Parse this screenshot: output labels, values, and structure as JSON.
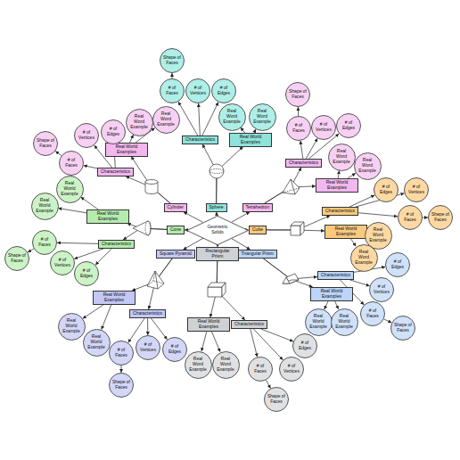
{
  "diagram": {
    "nodes": [
      {
        "text": [
          "Geometric Solids"
        ]
      },
      {
        "text": [
          "Cylinder"
        ]
      },
      {
        "text": [
          "Characteristics"
        ]
      },
      {
        "text": [
          "Real World Examples"
        ]
      },
      {
        "text": [
          "# of Faces"
        ]
      },
      {
        "text": [
          "# of Vertices"
        ]
      },
      {
        "text": [
          "# of Edges"
        ]
      },
      {
        "text": [
          "Shape of Faces"
        ]
      },
      {
        "text": [
          "Real Word Example"
        ]
      },
      {
        "text": [
          "Real Word Example"
        ]
      },
      {
        "text": [
          "Sphere"
        ]
      },
      {
        "text": [
          "Characteristics"
        ]
      },
      {
        "text": [
          "Real World Examples"
        ]
      },
      {
        "text": [
          "# of Faces"
        ]
      },
      {
        "text": [
          "# of Vertices"
        ]
      },
      {
        "text": [
          "# of Edges"
        ]
      },
      {
        "text": [
          "Shape of Faces"
        ]
      },
      {
        "text": [
          "Real Word Example"
        ]
      },
      {
        "text": [
          "Real Word Example"
        ]
      },
      {
        "text": [
          "Tetrahedron"
        ]
      },
      {
        "text": [
          "Characteristics"
        ]
      },
      {
        "text": [
          "Real World Examples"
        ]
      },
      {
        "text": [
          "# of Faces"
        ]
      },
      {
        "text": [
          "# of Vertices"
        ]
      },
      {
        "text": [
          "# of Edges"
        ]
      },
      {
        "text": [
          "Shape of Faces"
        ]
      },
      {
        "text": [
          "Real Word Example"
        ]
      },
      {
        "text": [
          "Real Word Example"
        ]
      },
      {
        "text": [
          "Cone"
        ]
      },
      {
        "text": [
          "Characteristics"
        ]
      },
      {
        "text": [
          "Real World Examples"
        ]
      },
      {
        "text": [
          "# of Faces"
        ]
      },
      {
        "text": [
          "# of Vertices"
        ]
      },
      {
        "text": [
          "# of Edges"
        ]
      },
      {
        "text": [
          "Shape of Faces"
        ]
      },
      {
        "text": [
          "Real World Example"
        ]
      },
      {
        "text": [
          "Real World Example"
        ]
      },
      {
        "text": [
          "Cube"
        ]
      },
      {
        "text": [
          "Characteristics"
        ]
      },
      {
        "text": [
          "Real World Examples"
        ]
      },
      {
        "text": [
          "# of Faces"
        ]
      },
      {
        "text": [
          "# of Vertices"
        ]
      },
      {
        "text": [
          "# of Edges"
        ]
      },
      {
        "text": [
          "Shape of Faces"
        ]
      },
      {
        "text": [
          "Real Word Example"
        ]
      },
      {
        "text": [
          "Real Word Example"
        ]
      },
      {
        "text": [
          "Square Pyramid"
        ]
      },
      {
        "text": [
          "Characteristics"
        ]
      },
      {
        "text": [
          "Real World Examples"
        ]
      },
      {
        "text": [
          "# of Faces"
        ]
      },
      {
        "text": [
          "# of Vertices"
        ]
      },
      {
        "text": [
          "# of Edges"
        ]
      },
      {
        "text": [
          "Shape of Faces"
        ]
      },
      {
        "text": [
          "Real World Example"
        ]
      },
      {
        "text": [
          "Real World Example"
        ]
      },
      {
        "text": [
          "Rectangular Prism"
        ]
      },
      {
        "text": [
          "Characteristics"
        ]
      },
      {
        "text": [
          "Real World Examples"
        ]
      },
      {
        "text": [
          "# of Faces"
        ]
      },
      {
        "text": [
          "# of Vertices"
        ]
      },
      {
        "text": [
          "# of Edges"
        ]
      },
      {
        "text": [
          "Shape of Faces"
        ]
      },
      {
        "text": [
          "Real Word Example"
        ]
      },
      {
        "text": [
          "Real Word Example"
        ]
      },
      {
        "text": [
          "Triangular Prism"
        ]
      },
      {
        "text": [
          "Characteristics"
        ]
      },
      {
        "text": [
          "Real World Examples"
        ]
      },
      {
        "text": [
          "# of Faces"
        ]
      },
      {
        "text": [
          "# of Vertices"
        ]
      },
      {
        "text": [
          "# of Edges"
        ]
      },
      {
        "text": [
          "Shape of Faces"
        ]
      },
      {
        "text": [
          "Real World Example"
        ]
      },
      {
        "text": [
          "Real World Example"
        ]
      }
    ],
    "edges": [
      {
        "from": 0,
        "to": 1,
        "arrow": "to"
      },
      {
        "from": 1,
        "to": 2,
        "arrow": "to"
      },
      {
        "from": 1,
        "to": 3,
        "arrow": "to"
      },
      {
        "from": 2,
        "to": 4,
        "arrow": "to"
      },
      {
        "from": 2,
        "to": 5,
        "arrow": "to"
      },
      {
        "from": 2,
        "to": 6,
        "arrow": "to"
      },
      {
        "from": 4,
        "to": 7,
        "arrow": "to"
      },
      {
        "from": 3,
        "to": 8,
        "arrow": "to"
      },
      {
        "from": 3,
        "to": 9,
        "arrow": "to"
      },
      {
        "from": 0,
        "to": 10,
        "arrow": "to"
      },
      {
        "from": 10,
        "to": 11,
        "arrow": "to"
      },
      {
        "from": 10,
        "to": 12,
        "arrow": "to"
      },
      {
        "from": 11,
        "to": 13,
        "arrow": "to"
      },
      {
        "from": 11,
        "to": 14,
        "arrow": "to"
      },
      {
        "from": 11,
        "to": 15,
        "arrow": "to"
      },
      {
        "from": 13,
        "to": 16,
        "arrow": "to"
      },
      {
        "from": 12,
        "to": 17,
        "arrow": "to"
      },
      {
        "from": 12,
        "to": 18,
        "arrow": "to"
      },
      {
        "from": 0,
        "to": 19,
        "arrow": "to"
      },
      {
        "from": 19,
        "to": 20,
        "arrow": "to"
      },
      {
        "from": 19,
        "to": 21,
        "arrow": "to"
      },
      {
        "from": 20,
        "to": 22,
        "arrow": "to"
      },
      {
        "from": 20,
        "to": 23,
        "arrow": "to"
      },
      {
        "from": 20,
        "to": 24,
        "arrow": "to"
      },
      {
        "from": 22,
        "to": 25,
        "arrow": "to"
      },
      {
        "from": 21,
        "to": 26,
        "arrow": "to"
      },
      {
        "from": 21,
        "to": 27,
        "arrow": "to"
      },
      {
        "from": 0,
        "to": 28,
        "arrow": "to"
      },
      {
        "from": 28,
        "to": 29,
        "arrow": "to"
      },
      {
        "from": 28,
        "to": 30,
        "arrow": "to"
      },
      {
        "from": 29,
        "to": 31,
        "arrow": "to"
      },
      {
        "from": 29,
        "to": 32,
        "arrow": "to"
      },
      {
        "from": 29,
        "to": 33,
        "arrow": "to"
      },
      {
        "from": 31,
        "to": 34,
        "arrow": "to"
      },
      {
        "from": 30,
        "to": 35,
        "arrow": "to"
      },
      {
        "from": 30,
        "to": 36,
        "arrow": "to"
      },
      {
        "from": 0,
        "to": 37,
        "arrow": "to"
      },
      {
        "from": 37,
        "to": 38,
        "arrow": "to"
      },
      {
        "from": 37,
        "to": 39,
        "arrow": "to"
      },
      {
        "from": 38,
        "to": 40,
        "arrow": "to"
      },
      {
        "from": 38,
        "to": 41,
        "arrow": "to"
      },
      {
        "from": 38,
        "to": 42,
        "arrow": "to"
      },
      {
        "from": 40,
        "to": 43,
        "arrow": "to"
      },
      {
        "from": 39,
        "to": 44,
        "arrow": "to"
      },
      {
        "from": 39,
        "to": 45,
        "arrow": "to"
      },
      {
        "from": 0,
        "to": 46,
        "arrow": "to"
      },
      {
        "from": 46,
        "to": 47,
        "arrow": "to"
      },
      {
        "from": 46,
        "to": 48,
        "arrow": "to"
      },
      {
        "from": 47,
        "to": 49,
        "arrow": "to"
      },
      {
        "from": 47,
        "to": 50,
        "arrow": "to"
      },
      {
        "from": 47,
        "to": 51,
        "arrow": "to"
      },
      {
        "from": 49,
        "to": 52,
        "arrow": "to"
      },
      {
        "from": 48,
        "to": 53,
        "arrow": "to"
      },
      {
        "from": 48,
        "to": 54,
        "arrow": "to"
      },
      {
        "from": 0,
        "to": 55,
        "arrow": "to"
      },
      {
        "from": 55,
        "to": 56,
        "arrow": "to"
      },
      {
        "from": 55,
        "to": 57,
        "arrow": "to"
      },
      {
        "from": 56,
        "to": 58,
        "arrow": "to"
      },
      {
        "from": 56,
        "to": 59,
        "arrow": "to"
      },
      {
        "from": 56,
        "to": 60,
        "arrow": "to"
      },
      {
        "from": 58,
        "to": 61,
        "arrow": "to"
      },
      {
        "from": 57,
        "to": 62,
        "arrow": "to"
      },
      {
        "from": 57,
        "to": 63,
        "arrow": "to"
      },
      {
        "from": 0,
        "to": 64,
        "arrow": "to"
      },
      {
        "from": 64,
        "to": 65,
        "arrow": "to"
      },
      {
        "from": 64,
        "to": 66,
        "arrow": "to"
      },
      {
        "from": 65,
        "to": 67,
        "arrow": "to"
      },
      {
        "from": 65,
        "to": 68,
        "arrow": "to"
      },
      {
        "from": 65,
        "to": 69,
        "arrow": "to"
      },
      {
        "from": 67,
        "to": 70,
        "arrow": "to"
      },
      {
        "from": 66,
        "to": 71,
        "arrow": "to"
      },
      {
        "from": 66,
        "to": 72,
        "arrow": "to"
      }
    ]
  }
}
